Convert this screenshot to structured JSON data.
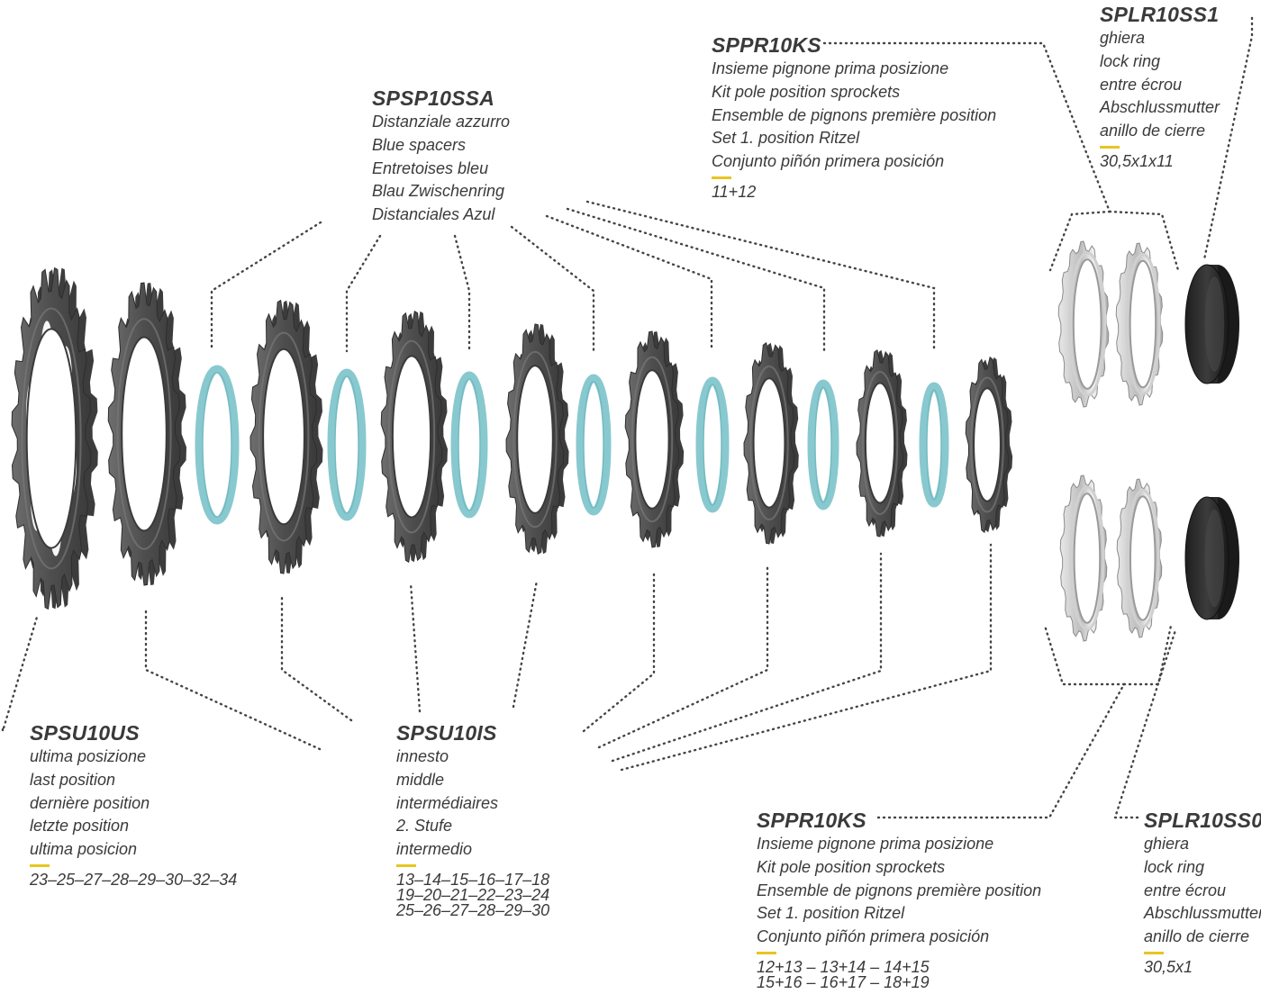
{
  "colors": {
    "accent_bar": "#e8c51f",
    "spacer": "#88c9cf",
    "sprocket_dark": "#5c5c5c",
    "sprocket_light": "#c9cacb",
    "lockring": "#2b2b2b",
    "leader_line": "#444444",
    "text": "#3a3a3a"
  },
  "callouts": {
    "spsp10ssa": {
      "code": "SPSP10SSA",
      "lines": [
        "Distanziale azzurro",
        "Blue spacers",
        "Entretoises bleu",
        "Blau Zwischenring",
        "Distanciales Azul"
      ]
    },
    "sppr10ks_top": {
      "code": "SPPR10KS",
      "lines": [
        "Insieme pignone prima posizione",
        "Kit pole position sprockets",
        "Ensemble de pignons première position",
        "Set 1. position Ritzel",
        "Conjunto piñón primera posición"
      ],
      "sizes": [
        "11+12"
      ]
    },
    "splr10ss1": {
      "code": "SPLR10SS1",
      "lines": [
        "ghiera",
        "lock ring",
        "entre écrou",
        "Abschlussmutter",
        "anillo de cierre"
      ],
      "sizes": [
        "30,5x1x11"
      ]
    },
    "spsu10us": {
      "code": "SPSU10US",
      "lines": [
        "ultima posizione",
        "last position",
        "dernière position",
        "letzte position",
        "ultima posicion"
      ],
      "sizes": [
        "23–25–27–28–29–30–32–34"
      ]
    },
    "spsu10is": {
      "code": "SPSU10IS",
      "lines": [
        "innesto",
        "middle",
        "intermédiaires",
        "2. Stufe",
        "intermedio"
      ],
      "sizes": [
        "13–14–15–16–17–18",
        "19–20–21–22–23–24",
        "25–26–27–28–29–30"
      ]
    },
    "sppr10ks_bottom": {
      "code": "SPPR10KS",
      "lines": [
        "Insieme pignone prima posizione",
        "Kit pole position sprockets",
        "Ensemble de pignons première position",
        "Set 1. position Ritzel",
        "Conjunto piñón primera posición"
      ],
      "sizes": [
        "12+13 – 13+14 – 14+15",
        "15+16 – 16+17 – 18+19"
      ]
    },
    "splr10ss0": {
      "code": "SPLR10SS0",
      "lines": [
        "ghiera",
        "lock ring",
        "entre écrou",
        "Abschlussmutter",
        "anillo de cierre"
      ],
      "sizes": [
        "30,5x1"
      ]
    }
  }
}
